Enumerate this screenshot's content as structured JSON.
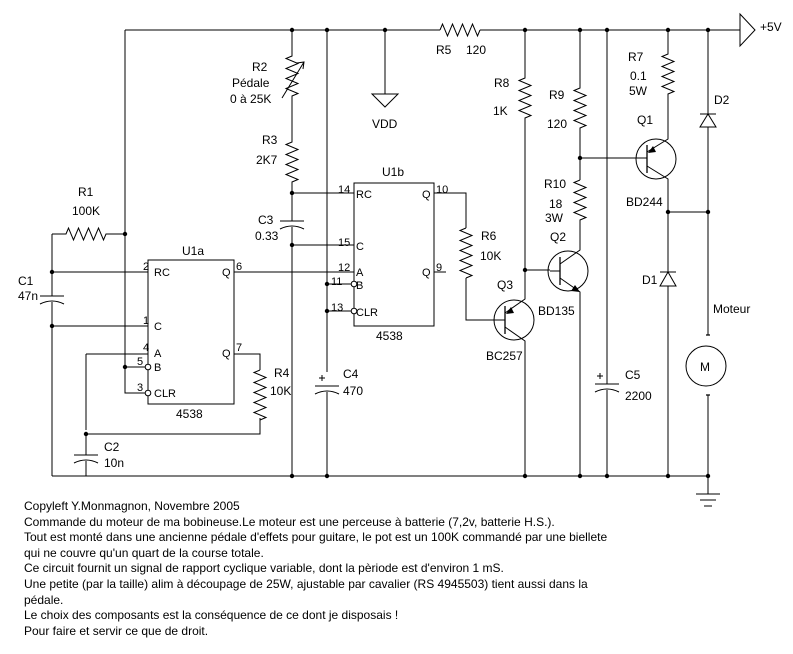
{
  "supply": {
    "label": "+5V"
  },
  "vdd": {
    "label": "VDD"
  },
  "components": {
    "R1": {
      "ref": "R1",
      "value": "100K"
    },
    "R2": {
      "ref": "R2",
      "value1": "Pédale",
      "value2": "0 à 25K"
    },
    "R3": {
      "ref": "R3",
      "value": "2K7"
    },
    "R4": {
      "ref": "R4",
      "value": "10K"
    },
    "R5": {
      "ref": "R5",
      "value": "120"
    },
    "R6": {
      "ref": "R6",
      "value": "10K"
    },
    "R7": {
      "ref": "R7",
      "value1": "0.1",
      "value2": "5W"
    },
    "R8": {
      "ref": "R8",
      "value": "1K"
    },
    "R9": {
      "ref": "R9",
      "value": "120"
    },
    "R10": {
      "ref": "R10",
      "value1": "18",
      "value2": "3W"
    },
    "C1": {
      "ref": "C1",
      "value": "47n"
    },
    "C2": {
      "ref": "C2",
      "value": "10n"
    },
    "C3": {
      "ref": "C3",
      "value": "0.33"
    },
    "C4": {
      "ref": "C4",
      "value": "470"
    },
    "C5": {
      "ref": "C5",
      "value": "2200"
    },
    "Q1": {
      "ref": "Q1",
      "part": "BD244"
    },
    "Q2": {
      "ref": "Q2",
      "part": "BD135"
    },
    "Q3": {
      "ref": "Q3",
      "part": "BC257"
    },
    "D1": {
      "ref": "D1"
    },
    "D2": {
      "ref": "D2"
    },
    "M": {
      "symbol": "M",
      "label": "Moteur"
    },
    "U1a": {
      "ref": "U1a",
      "part": "4538",
      "pins": {
        "p2": "2",
        "p1": "1",
        "p4": "4",
        "p5": "5",
        "p3": "3",
        "p6": "6",
        "p7": "7"
      },
      "labels": {
        "rc": "RC",
        "c": "C",
        "a": "A",
        "b": "B",
        "clr": "CLR",
        "q": "Q",
        "qn": "Q"
      }
    },
    "U1b": {
      "ref": "U1b",
      "part": "4538",
      "pins": {
        "p14": "14",
        "p15": "15",
        "p12": "12",
        "p11": "11",
        "p13": "13",
        "p10": "10",
        "p9": "9"
      },
      "labels": {
        "rc": "RC",
        "c": "C",
        "a": "A",
        "b": "B",
        "clr": "CLR",
        "q": "Q",
        "qn": "Q"
      }
    }
  },
  "notes": [
    "Copyleft Y.Monmagnon, Novembre 2005",
    "Commande du moteur de ma bobineuse.Le moteur est une perceuse à batterie (7,2v, batterie H.S.).",
    "Tout est monté dans une ancienne pédale d'effets pour guitare, le pot est un 100K commandé par une biellete",
    "qui ne couvre qu'un quart de la course totale.",
    "Ce circuit fournit un signal de rapport cyclique variable, dont la pèriode est d'environ 1 mS.",
    "Une petite (par la taille) alim à découpage de 25W, ajustable par cavalier (RS 4945503) tient aussi dans la",
    "pédale.",
    "Le choix des composants est la conséquence de ce dont je disposais !",
    "Pour faire et servir ce que de droit."
  ]
}
